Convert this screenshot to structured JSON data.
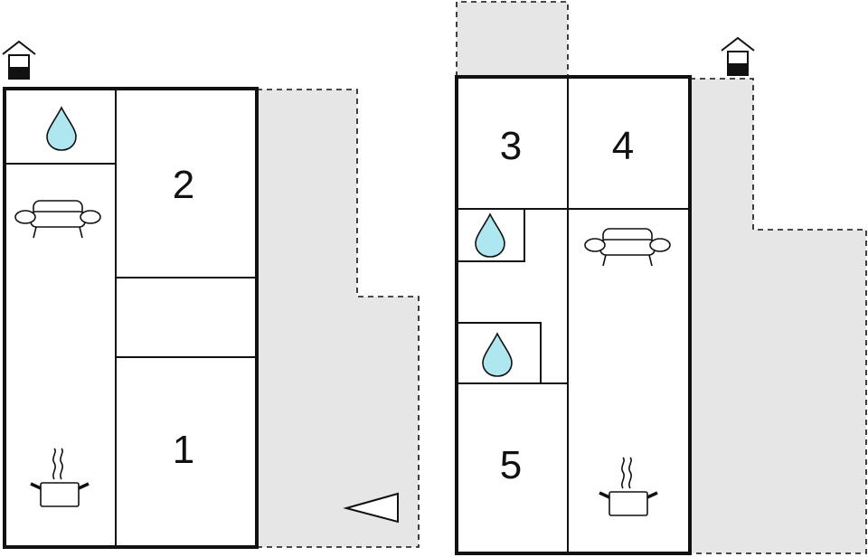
{
  "colors": {
    "wall": "#111111",
    "outdoor_area": "#e6e6e6",
    "water_drop": "#aee7f0",
    "icon_line": "#111111",
    "background": "#ffffff"
  },
  "icons": {
    "entrance": "house-entrance-icon",
    "bathroom": "water-drop-icon",
    "living": "sofa-icon",
    "kitchen": "cooking-pot-icon",
    "north": "north-arrow-icon"
  },
  "ground_floor": {
    "rooms": [
      {
        "label": "2"
      },
      {
        "label": "1"
      }
    ]
  },
  "upper_floor": {
    "rooms": [
      {
        "label": "3"
      },
      {
        "label": "4"
      },
      {
        "label": "5"
      }
    ]
  }
}
